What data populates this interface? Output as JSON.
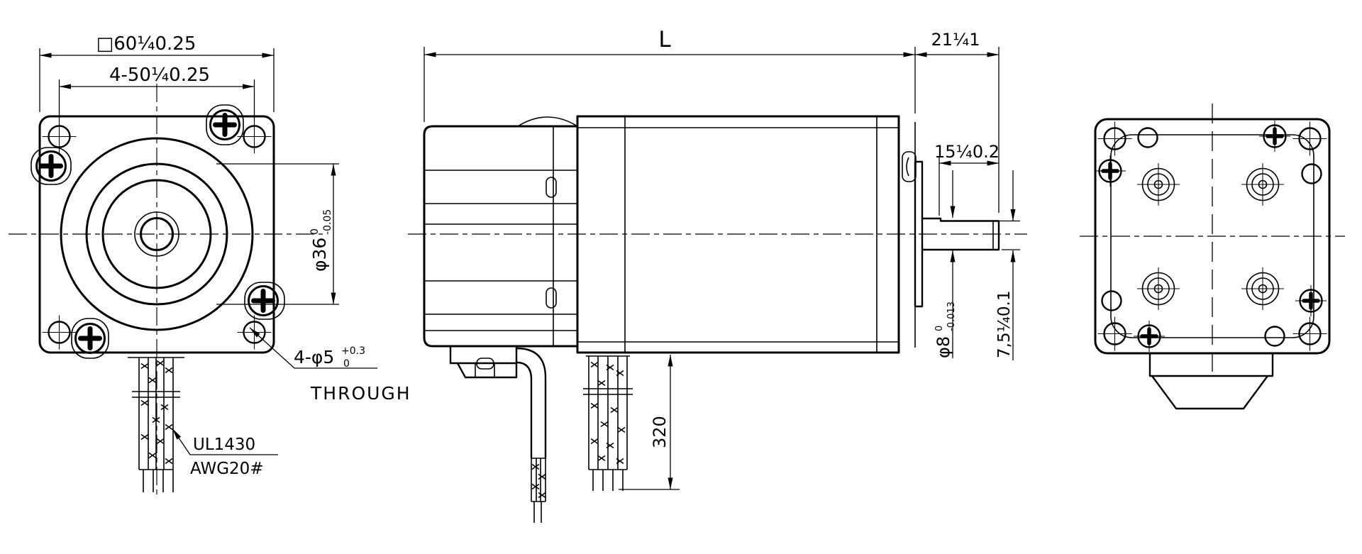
{
  "drawing_labels": {
    "front": {
      "flange_size": "□60¼0.25",
      "hole_pitch": "4-50¼0.25",
      "pilot_dia": "φ36",
      "pilot_tol_up": "0",
      "pilot_tol_dn": "-0.05",
      "mount_holes": "4-φ5",
      "mount_holes_tol_up": "+0.3",
      "mount_holes_tol_dn": "0",
      "through_note": "THROUGH",
      "wire_spec_line1": "UL1430",
      "wire_spec_line2": "AWG20#"
    },
    "side": {
      "body_length": "L",
      "shaft_total": "21¼1",
      "shaft_usable": "15¼0.2",
      "shaft_dia": "φ8",
      "shaft_dia_tol_up": "0",
      "shaft_dia_tol_dn": "-0.013",
      "shaft_flat_height": "7,5¼0.1",
      "lead_length": "320"
    }
  },
  "colors": {
    "line_color": "#000000",
    "background": "#ffffff"
  }
}
